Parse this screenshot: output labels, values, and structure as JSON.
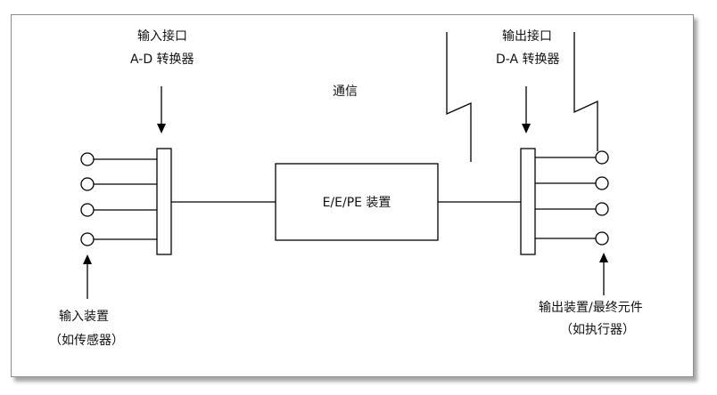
{
  "labels": {
    "input_interface_line1": "输入接口",
    "input_interface_line2": "A-D 转换器",
    "output_interface_line1": "输出接口",
    "output_interface_line2": "D-A 转换器",
    "communication": "通信",
    "device": "E/E/PE 装置",
    "input_device_line1": "输入装置",
    "input_device_line2": "（如传感器）",
    "output_device_line1": "输出装置/最终元件",
    "output_device_line2": "（如执行器）"
  }
}
